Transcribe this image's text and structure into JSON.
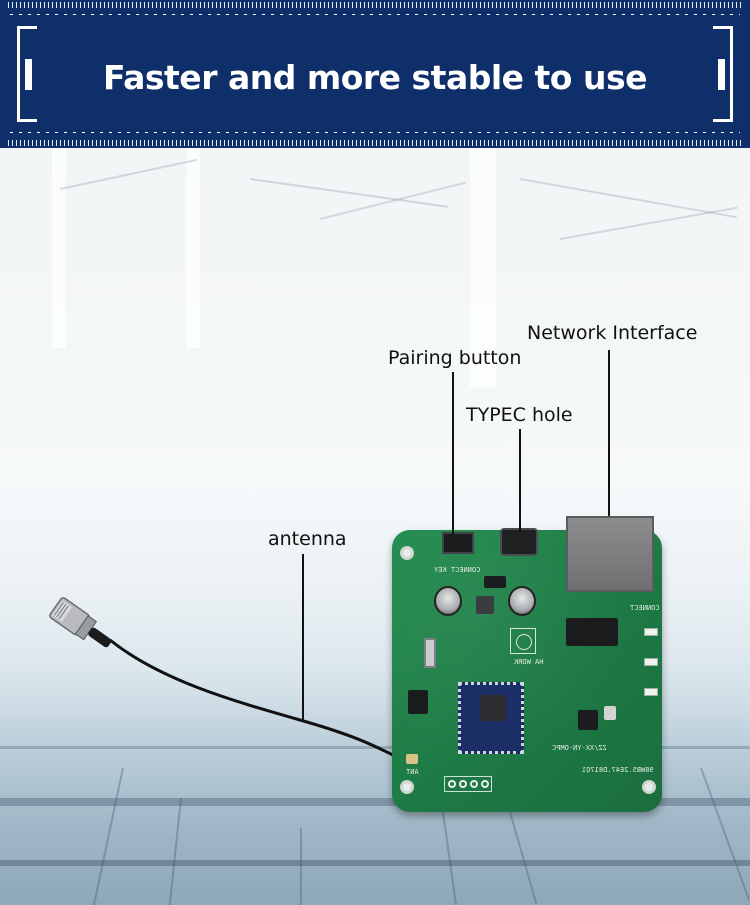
{
  "banner": {
    "title": "Faster and more stable to use",
    "background_color": "#0f2f6b",
    "text_color": "#ffffff"
  },
  "callouts": [
    {
      "id": "network-interface",
      "label": "Network Interface"
    },
    {
      "id": "pairing-button",
      "label": "Pairing button"
    },
    {
      "id": "typec-hole",
      "label": "TYPEC hole"
    },
    {
      "id": "antenna",
      "label": "antenna"
    }
  ],
  "pcb": {
    "silkscreen": {
      "connect_key": "CONNECT KEY",
      "ant": "ANT",
      "ha_work": "HA WORK",
      "connect": "CONNECT",
      "board_id": "ZZ/XX-YN-OMPC",
      "date_code": "98WB5.2E47.D817Q1"
    },
    "color": "#1f7a45"
  }
}
